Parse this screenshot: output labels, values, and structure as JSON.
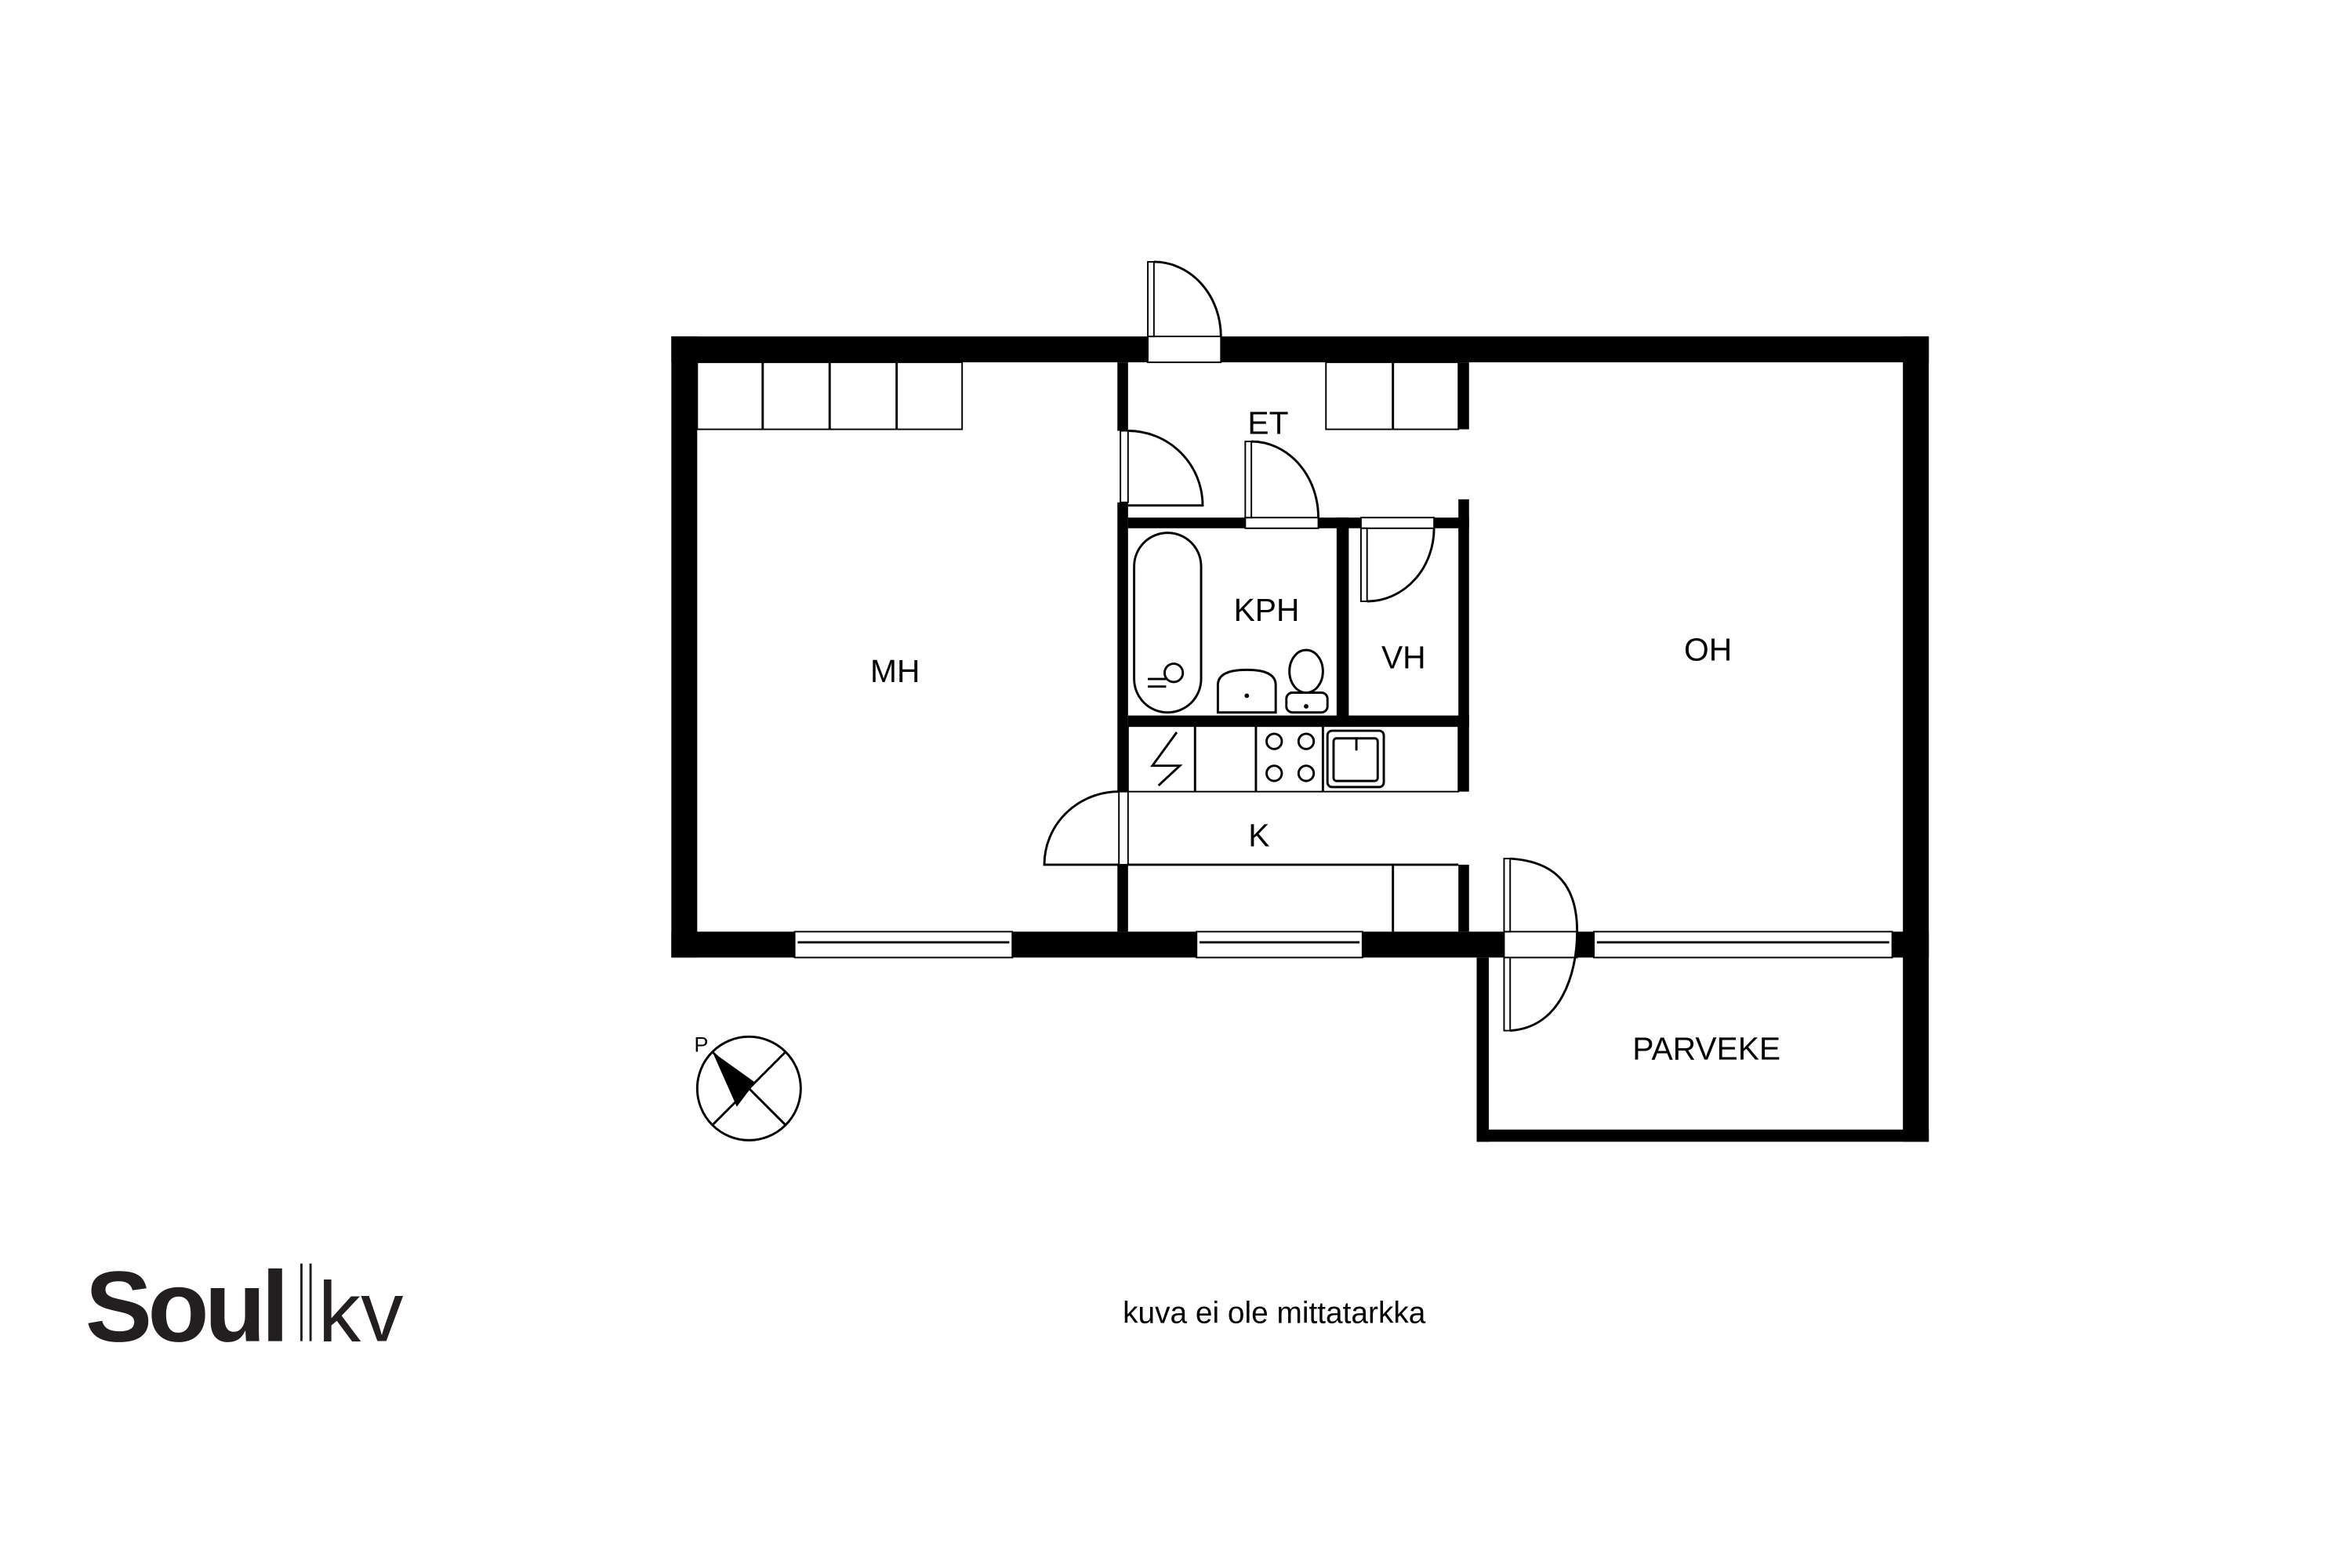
{
  "rooms": {
    "mh": "MH",
    "et": "ET",
    "kph": "KPH",
    "vh": "VH",
    "oh": "OH",
    "k": "K",
    "parveke": "PARVEKE"
  },
  "compass": {
    "north_label": "P"
  },
  "logo": {
    "bold": "Soul",
    "light": "kv"
  },
  "caption": "kuva ei ole mittatarkka",
  "colors": {
    "wall": "#000000",
    "background": "#ffffff",
    "logo": "#231f20"
  }
}
